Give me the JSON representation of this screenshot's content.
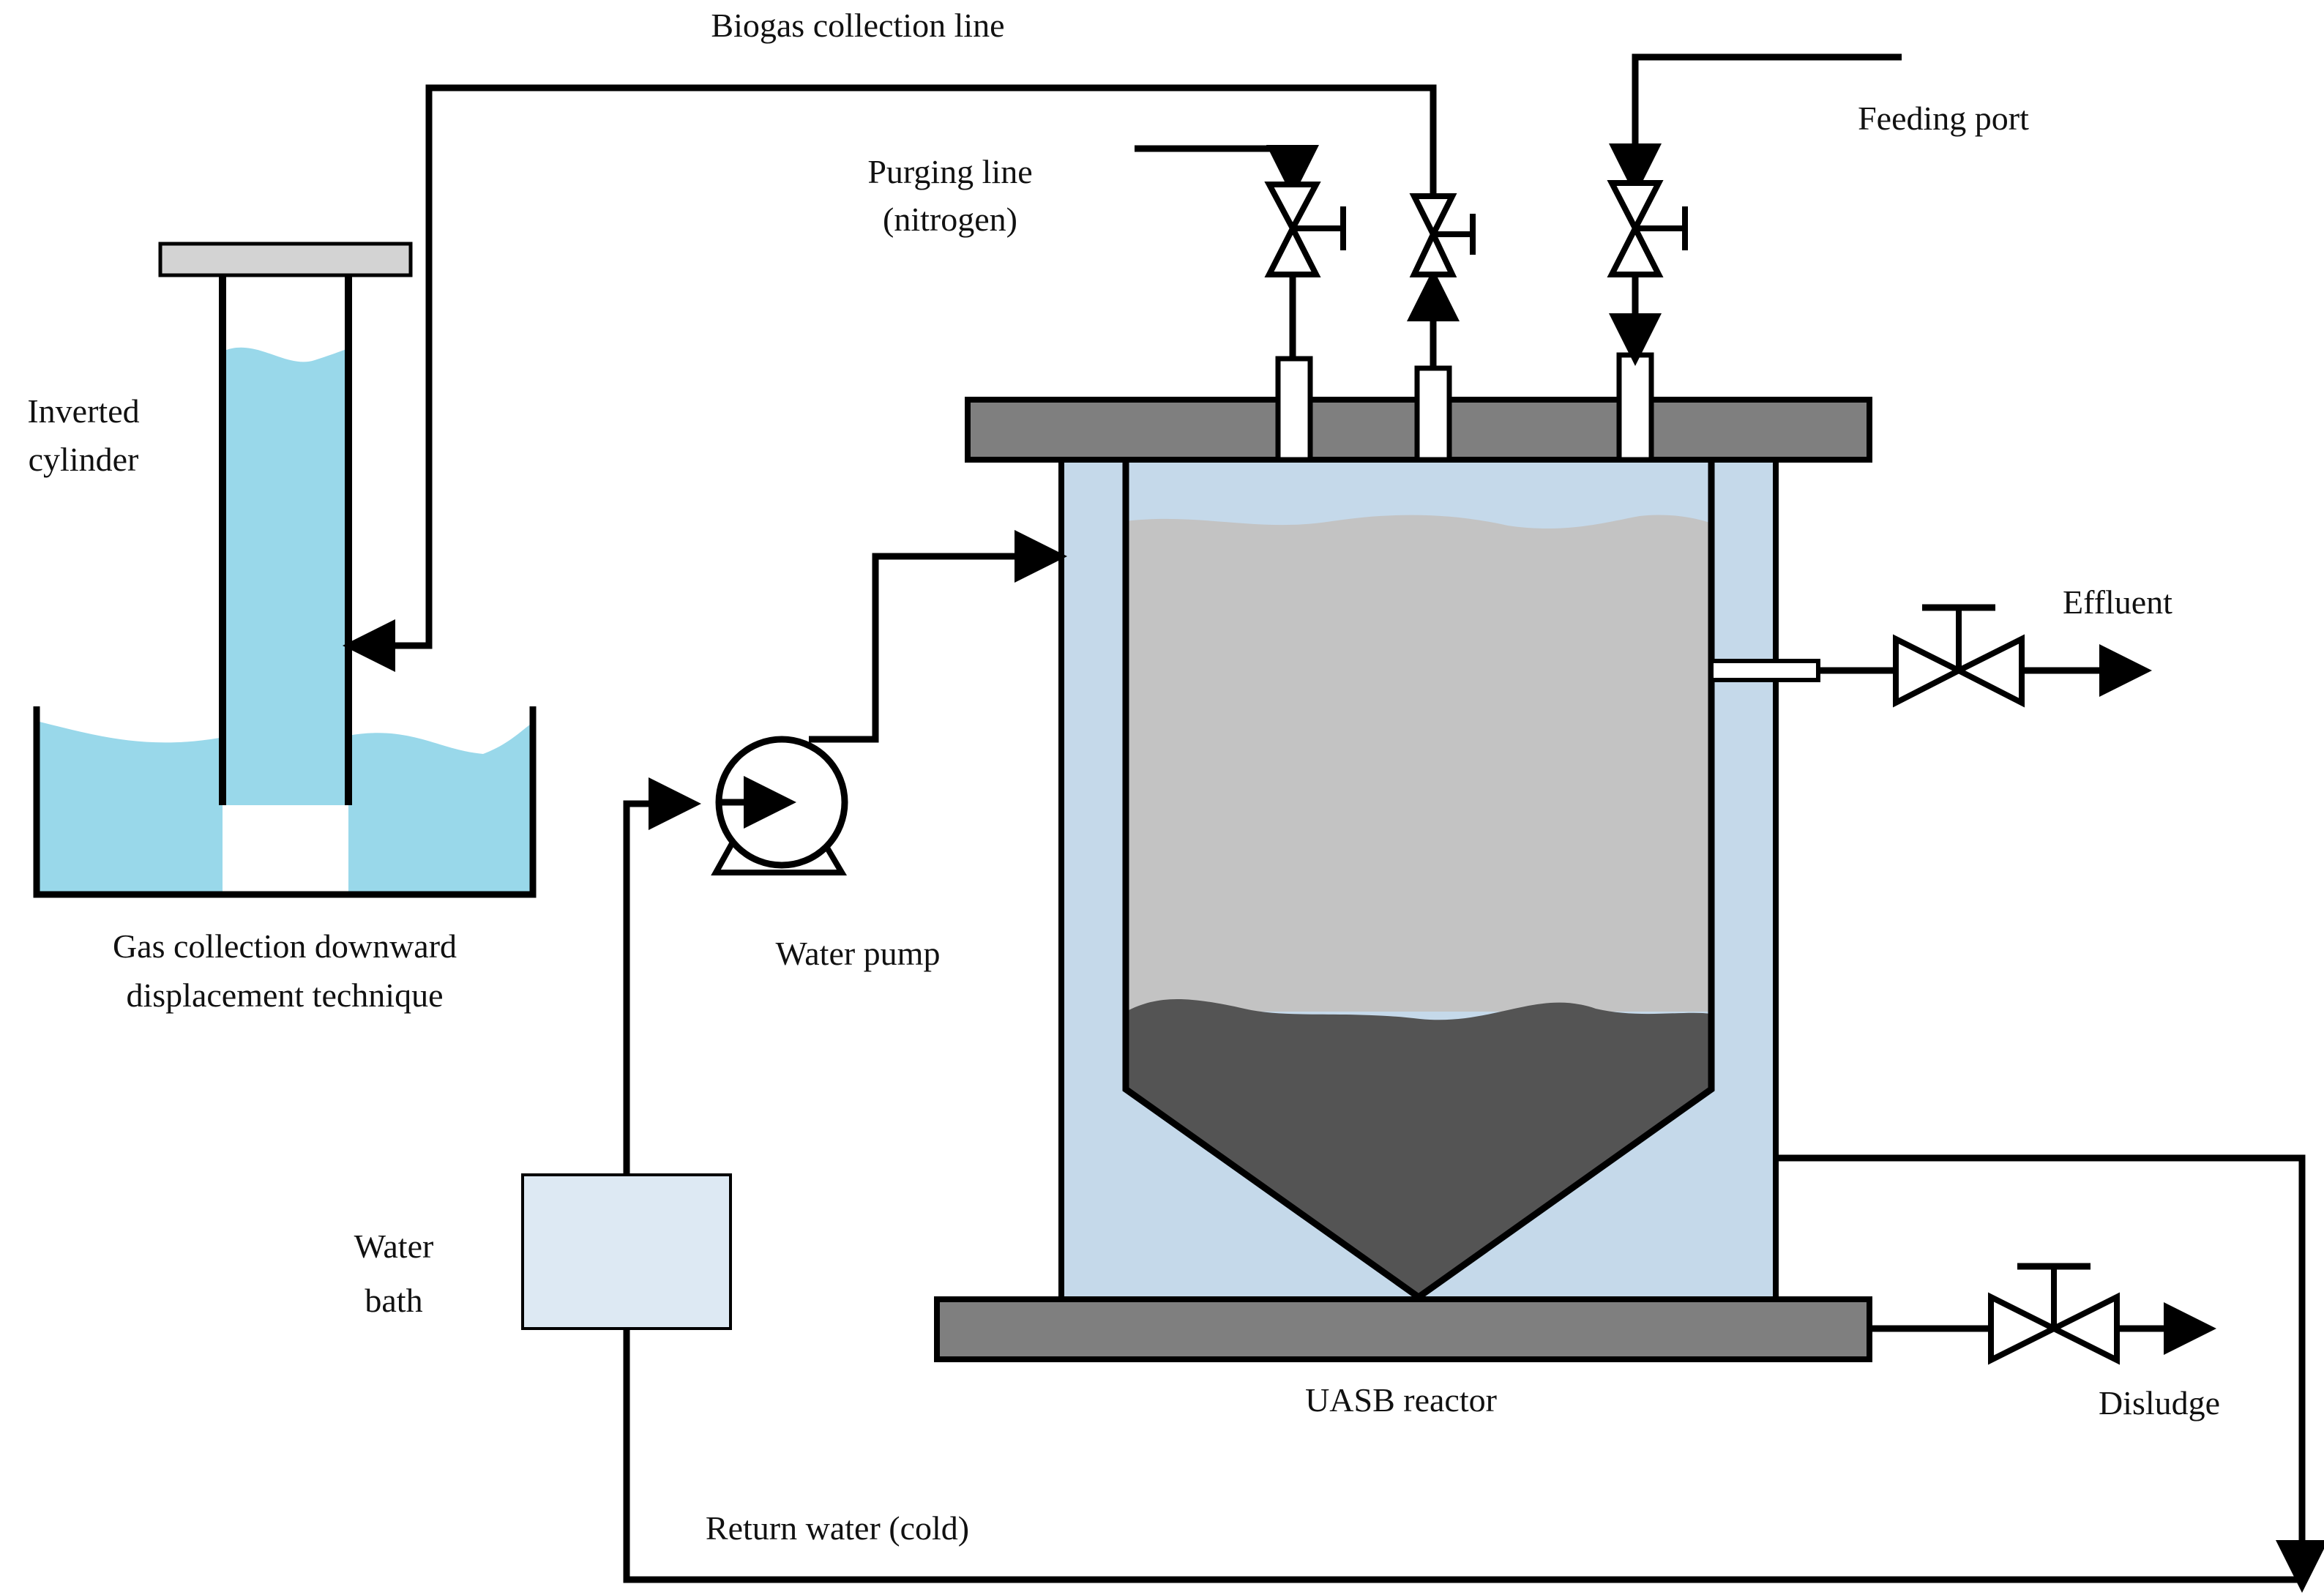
{
  "labels": {
    "biogas_line": "Biogas collection line",
    "feeding_port": "Feeding port",
    "purging_line_1": "Purging line",
    "purging_line_2": "(nitrogen)",
    "inverted_cylinder_1": "Inverted",
    "inverted_cylinder_2": "cylinder",
    "effluent": "Effluent",
    "gas_collection_1": "Gas collection downward",
    "gas_collection_2": "displacement technique",
    "water_pump": "Water pump",
    "water_bath_1": "Water",
    "water_bath_2": "bath",
    "uasb_reactor": "UASB reactor",
    "disludge": "Disludge",
    "return_water": "Return water (cold)"
  },
  "colors": {
    "water": "#99d8ea",
    "jacket": "#c5d9ea",
    "lid": "#7f7f7f",
    "liquid": "#c3c3c3",
    "sludge": "#545454",
    "bath": "#dde9f3",
    "cylinder_cap": "#d3d3d3",
    "line": "#000000"
  }
}
